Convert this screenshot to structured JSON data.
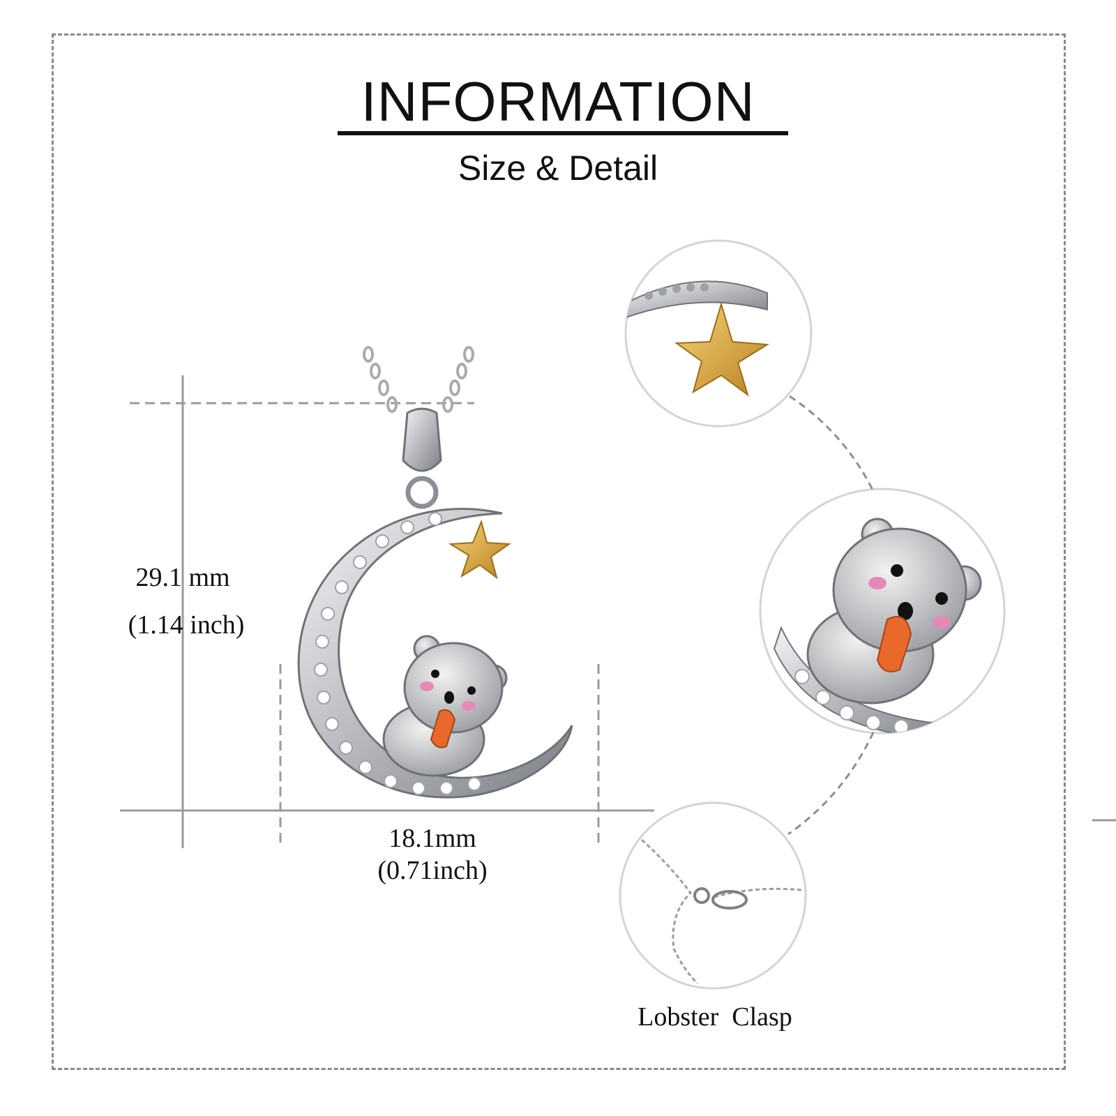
{
  "header": {
    "title": "INFORMATION",
    "subtitle": "Size & Detail"
  },
  "dimensions": {
    "height_mm": "29.1 mm",
    "height_inch": "(1.14 inch)",
    "width_mm": "18.1mm",
    "width_inch": "(0.71inch)"
  },
  "details": {
    "clasp_label": "Lobster  Clasp"
  },
  "colors": {
    "silver": "#c9cbcf",
    "gold": "#d9a63a",
    "carrot": "#e8692a",
    "blush": "#e58ab8"
  }
}
